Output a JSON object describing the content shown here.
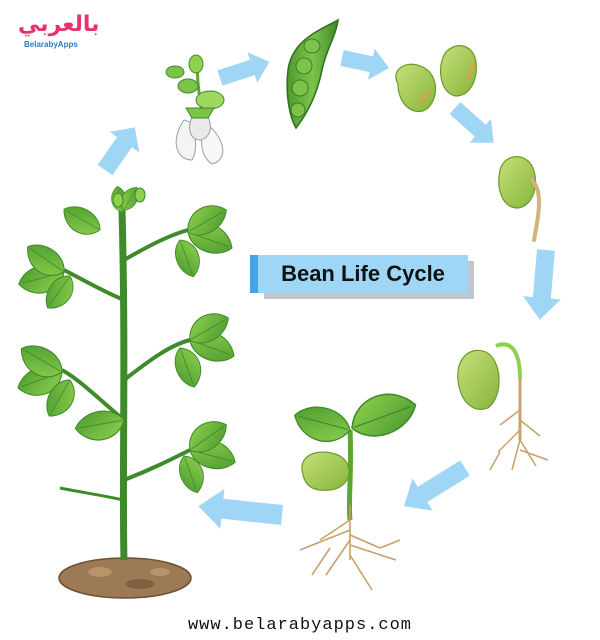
{
  "title": "Bean Life Cycle",
  "footer": {
    "url": "www.belarabyapps.com"
  },
  "logo": {
    "arabic": "بالعربي",
    "sub": "BelarabyApps"
  },
  "stages": [
    "flower",
    "pod",
    "seeds",
    "germinating-seed",
    "sprout",
    "seedling",
    "adult-plant"
  ],
  "colors": {
    "arrow": "#9fd6f5",
    "leaf": "#6fbf3a",
    "leaf_dark": "#3f8a2a",
    "seed": "#a8cf5a",
    "root": "#c9a06a",
    "soil": "#9b7a55",
    "title_bg": "#9fd6f5",
    "title_bar": "#4aa3e0"
  }
}
